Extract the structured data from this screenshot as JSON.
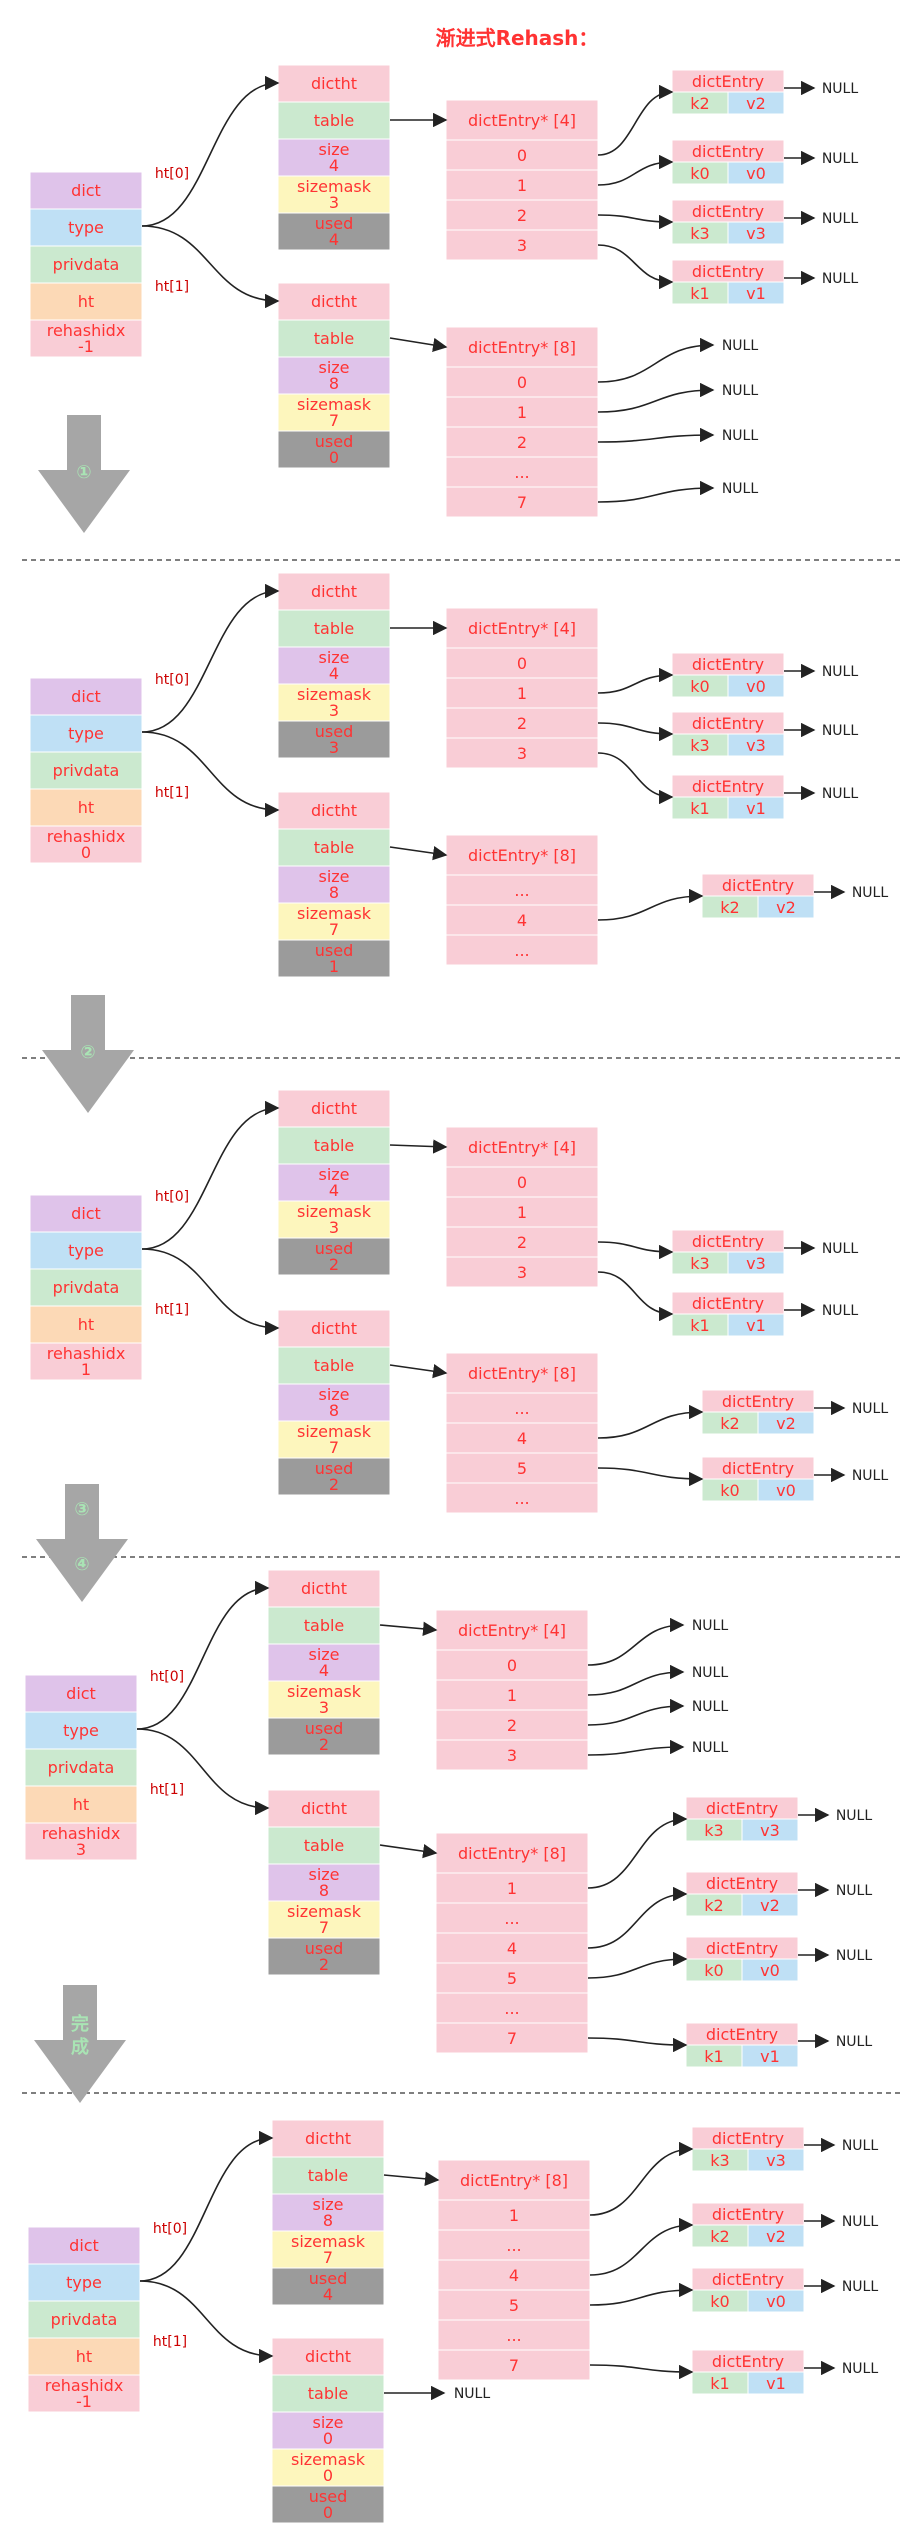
{
  "title": "渐进式Rehash：",
  "labels": {
    "ht0": "ht[0]",
    "ht1": "ht[1]",
    "null": "NULL",
    "dict_fields": [
      "dict",
      "type",
      "privdata",
      "ht",
      "rehashidx"
    ],
    "dictht_fields": [
      "dictht",
      "table",
      "size",
      "sizemask",
      "used"
    ],
    "entry": "dictEntry"
  },
  "colors": {
    "pink": "#f9cdd6",
    "purple": "#dfc3ea",
    "blue": "#bfe0f5",
    "green": "#cbe9cf",
    "orange": "#fcd9b6",
    "yellow": "#fdf6bd",
    "gray": "#9b9b9b",
    "text_red": "#ff3333",
    "arrow_gray": "#a6a6a6",
    "step_green": "#a9e4b4"
  },
  "arrows": [
    "①",
    "②",
    "③",
    "④",
    "完成"
  ],
  "states": [
    {
      "rehashidx": "-1",
      "ht0": {
        "size": "4",
        "sizemask": "3",
        "used": "4",
        "table_header": "dictEntry* [4]",
        "rows": [
          "0",
          "1",
          "2",
          "3"
        ]
      },
      "ht1": {
        "size": "8",
        "sizemask": "7",
        "used": "0",
        "table_header": "dictEntry* [8]",
        "rows": [
          "0",
          "1",
          "2",
          "...",
          "7"
        ],
        "table_value": ""
      },
      "entries": [
        [
          "k2",
          "v2"
        ],
        [
          "k0",
          "v0"
        ],
        [
          "k3",
          "v3"
        ],
        [
          "k1",
          "v1"
        ]
      ]
    },
    {
      "rehashidx": "0",
      "ht0": {
        "size": "4",
        "sizemask": "3",
        "used": "3",
        "table_header": "dictEntry* [4]",
        "rows": [
          "0",
          "1",
          "2",
          "3"
        ]
      },
      "ht1": {
        "size": "8",
        "sizemask": "7",
        "used": "1",
        "table_header": "dictEntry* [8]",
        "rows": [
          "...",
          "4",
          "..."
        ]
      },
      "entries": [
        [
          "k0",
          "v0"
        ],
        [
          "k3",
          "v3"
        ],
        [
          "k1",
          "v1"
        ],
        [
          "k2",
          "v2"
        ]
      ]
    },
    {
      "rehashidx": "1",
      "ht0": {
        "size": "4",
        "sizemask": "3",
        "used": "2",
        "table_header": "dictEntry* [4]",
        "rows": [
          "0",
          "1",
          "2",
          "3"
        ]
      },
      "ht1": {
        "size": "8",
        "sizemask": "7",
        "used": "2",
        "table_header": "dictEntry* [8]",
        "rows": [
          "...",
          "4",
          "5",
          "..."
        ]
      },
      "entries": [
        [
          "k3",
          "v3"
        ],
        [
          "k1",
          "v1"
        ],
        [
          "k2",
          "v2"
        ],
        [
          "k0",
          "v0"
        ]
      ]
    },
    {
      "rehashidx": "3",
      "ht0": {
        "size": "4",
        "sizemask": "3",
        "used": "2",
        "table_header": "dictEntry* [4]",
        "rows": [
          "0",
          "1",
          "2",
          "3"
        ]
      },
      "ht1": {
        "size": "8",
        "sizemask": "7",
        "used": "2",
        "table_header": "dictEntry* [8]",
        "rows": [
          "1",
          "...",
          "4",
          "5",
          "...",
          "7"
        ]
      },
      "entries": [
        [
          "k3",
          "v3"
        ],
        [
          "k2",
          "v2"
        ],
        [
          "k0",
          "v0"
        ],
        [
          "k1",
          "v1"
        ]
      ]
    },
    {
      "rehashidx": "-1",
      "ht0": {
        "size": "8",
        "sizemask": "7",
        "used": "4",
        "table_header": "dictEntry* [8]",
        "rows": [
          "1",
          "...",
          "4",
          "5",
          "...",
          "7"
        ]
      },
      "ht1": {
        "size": "0",
        "sizemask": "0",
        "used": "0",
        "table_value": "NULL"
      },
      "entries": [
        [
          "k3",
          "v3"
        ],
        [
          "k2",
          "v2"
        ],
        [
          "k0",
          "v0"
        ],
        [
          "k1",
          "v1"
        ]
      ]
    }
  ]
}
